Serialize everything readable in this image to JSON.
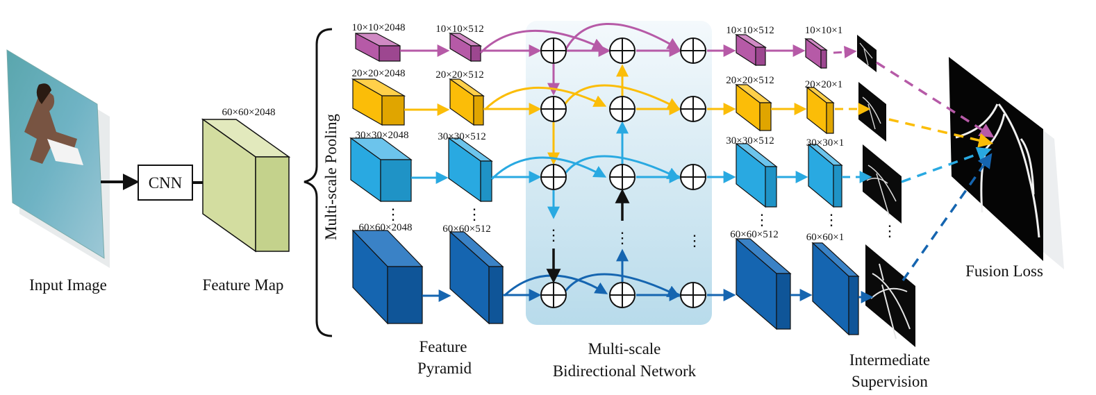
{
  "labels": {
    "input_image": "Input Image",
    "cnn": "CNN",
    "feature_map": "Feature Map",
    "feature_map_dim": "60×60×2048",
    "multiscale_pooling": "Multi-scale Pooling",
    "feature_pyramid_line1": "Feature",
    "feature_pyramid_line2": "Pyramid",
    "msbn_line1": "Multi-scale",
    "msbn_line2": "Bidirectional Network",
    "intermediate_line1": "Intermediate",
    "intermediate_line2": "Supervision",
    "fusion_loss": "Fusion Loss",
    "ellipsis": "⋮"
  },
  "rows": [
    {
      "key": "purple",
      "color": "#b65aa7",
      "pool_dim": "10×10×2048",
      "red_dim": "10×10×512",
      "out_dim": "10×10×512",
      "pred_dim": "10×10×1"
    },
    {
      "key": "yellow",
      "color": "#fbbd08",
      "pool_dim": "20×20×2048",
      "red_dim": "20×20×512",
      "out_dim": "20×20×512",
      "pred_dim": "20×20×1"
    },
    {
      "key": "light-blue",
      "color": "#29a9e1",
      "pool_dim": "30×30×2048",
      "red_dim": "30×30×512",
      "out_dim": "30×30×512",
      "pred_dim": "30×30×1"
    },
    {
      "key": "dark-blue",
      "color": "#1565b0",
      "pool_dim": "60×60×2048",
      "red_dim": "60×60×512",
      "out_dim": "60×60×512",
      "pred_dim": "60×60×1"
    }
  ],
  "colors": {
    "feature_map": "#d3dda0",
    "network_panel_top": "#f2f8fb",
    "network_panel_bottom": "#b9dcec",
    "arrow_black": "#111111"
  }
}
